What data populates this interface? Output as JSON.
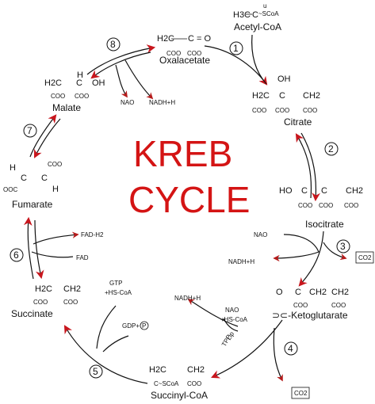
{
  "title": {
    "line1": "KREB",
    "line2": "CYCLE",
    "color": "#d41414"
  },
  "compounds": {
    "acetyl_coa": "Acetyl-CoA",
    "citrate": "Citrate",
    "isocitrate": "Isocitrate",
    "ketoglutarate": "⊃⊂-Ketoglutarate",
    "succinyl_coa": "Succinyl-CoA",
    "succinate": "Succinate",
    "fumarate": "Fumarate",
    "malate": "Malate",
    "oxalacetate": "Oxalacetate"
  },
  "steps": [
    "1",
    "2",
    "3",
    "4",
    "5",
    "6",
    "7",
    "8"
  ],
  "cofactors": {
    "nad_step3": "NAO",
    "nadh_step3": "NADH+H",
    "co2_step3": "CO2",
    "nadh_step4": "NADH+H",
    "nad_step4": "NAO",
    "hscoa_step4": "+HS-CoA",
    "lip": "Lip",
    "tpp": "TPP",
    "co2_step4": "CO2",
    "gtp": "GTP",
    "hscoa_step5": "+HS-CoA",
    "gdp": "GDP+",
    "p": "P",
    "fadh2": "FAD-H2",
    "fad": "FAD",
    "nao_step8": "NAO",
    "nadh_step8": "NADH+H"
  },
  "chem_fragments": {
    "h3c": "H3C",
    "c": "C",
    "scoa": "~SCoA",
    "u": "u",
    "h2c": "H2C",
    "ch2": "CH2",
    "coo": "COO",
    "oh": "OH",
    "ho": "HO",
    "o_eq": "O",
    "eq_c_eq": "C = O",
    "h": "H",
    "ooc": "OOC",
    "theta": "θ",
    "scoa2": "C~SCoA",
    "o": "O",
    "eq": "="
  }
}
